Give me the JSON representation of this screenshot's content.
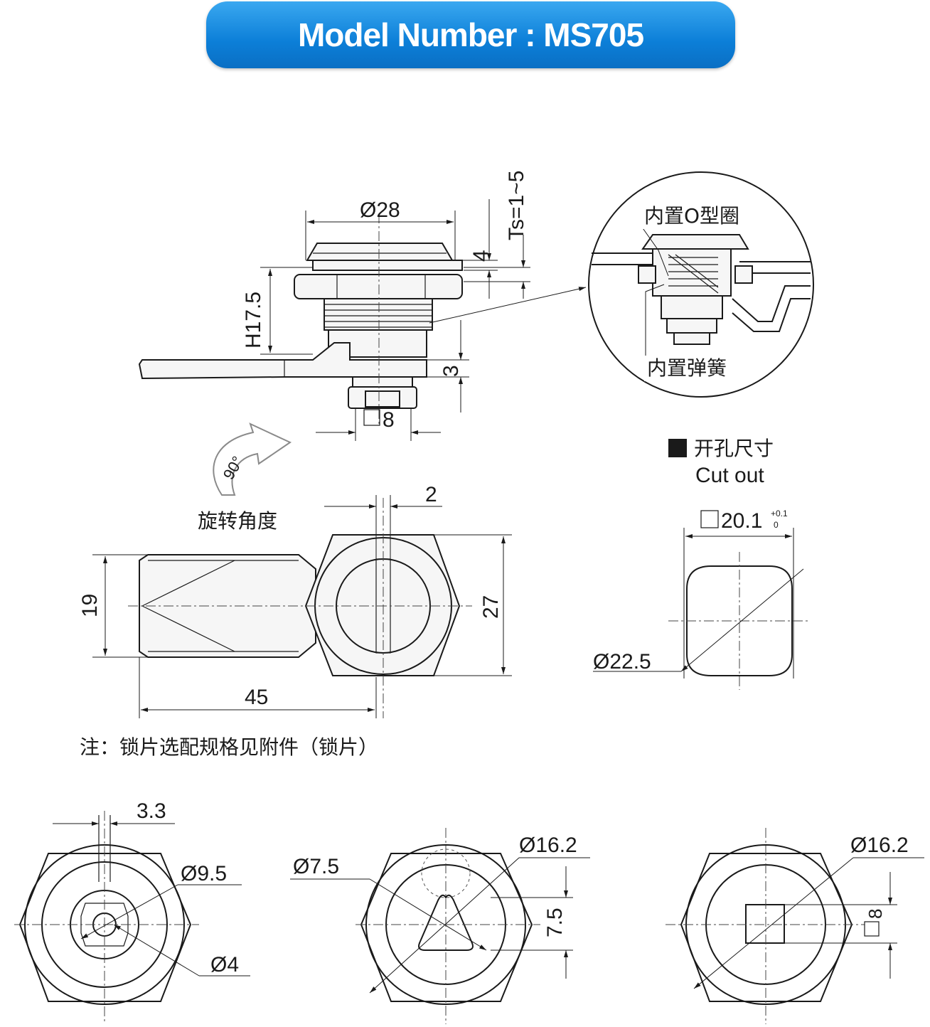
{
  "banner": {
    "title": "Model Number : MS705"
  },
  "side_view": {
    "dia_top": "Ø28",
    "ts": "Ts=1~5",
    "flange": "4",
    "height": "H17.5",
    "cam_offset": "3",
    "square": "8"
  },
  "detail": {
    "o_ring": "内置O型圈",
    "spring": "内置弹簧"
  },
  "rotation": {
    "angle": "90°",
    "label": "旋转角度"
  },
  "cutout": {
    "title_cn": "开孔尺寸",
    "title_en": "Cut out",
    "square": "20.1",
    "tol_upper": "+0.1",
    "tol_lower": "0",
    "diameter": "Ø22.5"
  },
  "front_view": {
    "slot": "2",
    "width": "19",
    "hex": "27",
    "length": "45"
  },
  "note": "注：锁片选配规格见附件（锁片）",
  "key_views": [
    {
      "dim_top": "3.3",
      "dia_outer": "Ø9.5",
      "dia_inner": "Ø4"
    },
    {
      "dia_outer": "Ø16.2",
      "dia_inner": "Ø7.5",
      "side": "7.5"
    },
    {
      "dia_outer": "Ø16.2",
      "square": "8"
    }
  ],
  "colors": {
    "banner_top": "#3aa8f0",
    "banner_bottom": "#0a6fc4",
    "line": "#1a1a1a"
  }
}
